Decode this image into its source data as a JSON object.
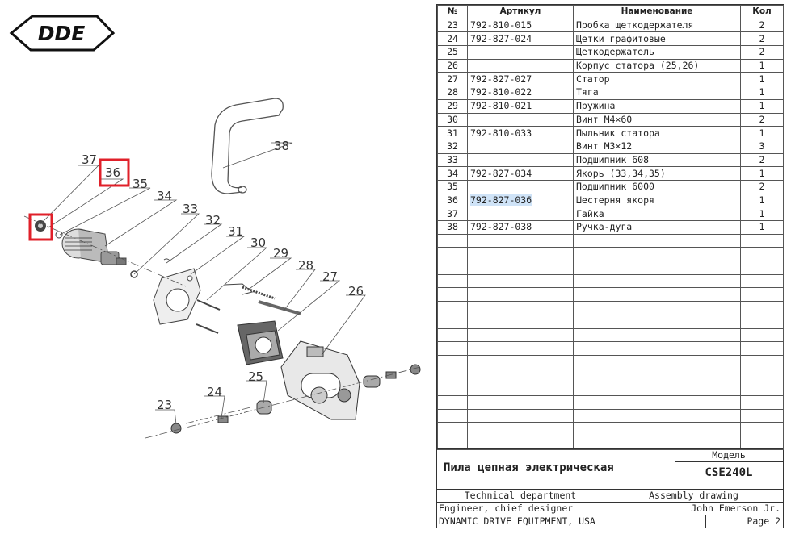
{
  "logo": {
    "text": "DDE"
  },
  "callouts": [
    "23",
    "24",
    "25",
    "26",
    "27",
    "28",
    "29",
    "30",
    "31",
    "32",
    "33",
    "34",
    "35",
    "36",
    "37",
    "38"
  ],
  "table": {
    "headers": {
      "num": "№",
      "article": "Артикул",
      "name": "Наименование",
      "qty": "Кол"
    },
    "rows": [
      {
        "num": "23",
        "article": "792-810-015",
        "name": "Пробка щеткодержателя",
        "qty": "2"
      },
      {
        "num": "24",
        "article": "792-827-024",
        "name": "Щетки графитовые",
        "qty": "2"
      },
      {
        "num": "25",
        "article": "",
        "name": "Щеткодержатель",
        "qty": "2"
      },
      {
        "num": "26",
        "article": "",
        "name": "Корпус статора (25,26)",
        "qty": "1"
      },
      {
        "num": "27",
        "article": "792-827-027",
        "name": "Статор",
        "qty": "1"
      },
      {
        "num": "28",
        "article": "792-810-022",
        "name": "Тяга",
        "qty": "1"
      },
      {
        "num": "29",
        "article": "792-810-021",
        "name": "Пружина",
        "qty": "1"
      },
      {
        "num": "30",
        "article": "",
        "name": "Винт М4×60",
        "qty": "2"
      },
      {
        "num": "31",
        "article": "792-810-033",
        "name": "Пыльник статора",
        "qty": "1"
      },
      {
        "num": "32",
        "article": "",
        "name": "Винт М3×12",
        "qty": "3"
      },
      {
        "num": "33",
        "article": "",
        "name": "Подшипник 608",
        "qty": "2"
      },
      {
        "num": "34",
        "article": "792-827-034",
        "name": "Якорь (33,34,35)",
        "qty": "1"
      },
      {
        "num": "35",
        "article": "",
        "name": "Подшипник 6000",
        "qty": "2"
      },
      {
        "num": "36",
        "article": "792-827-036",
        "name": "Шестерня якоря",
        "qty": "1"
      },
      {
        "num": "37",
        "article": "",
        "name": "Гайка",
        "qty": "1"
      },
      {
        "num": "38",
        "article": "792-827-038",
        "name": "Ручка-дуга",
        "qty": "1"
      }
    ],
    "empty_rows": 16
  },
  "titleblock": {
    "model_label": "Модель",
    "product_name": "Пила цепная электрическая",
    "model": "CSE240L",
    "department": "Technical department",
    "drawing_type": "Assembly drawing",
    "role": "Engineer, chief designer",
    "person": "John Emerson Jr.",
    "company": "DYNAMIC DRIVE EQUIPMENT, USA",
    "page": "Page 2"
  },
  "colors": {
    "highlight_box": "#e0202a",
    "selection": "#cfe3f7"
  }
}
